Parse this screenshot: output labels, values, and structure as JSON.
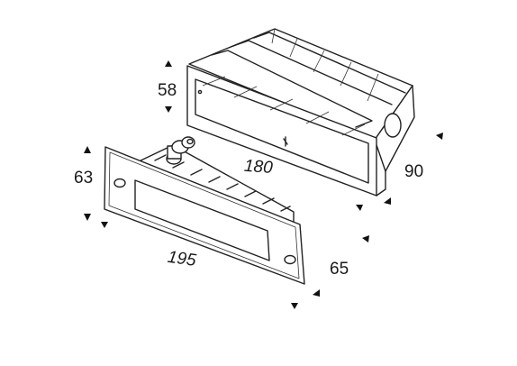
{
  "dimensions": {
    "box_height": "58",
    "box_length": "180",
    "box_depth": "90",
    "plate_height": "63",
    "plate_length": "195",
    "plate_depth": "65"
  }
}
